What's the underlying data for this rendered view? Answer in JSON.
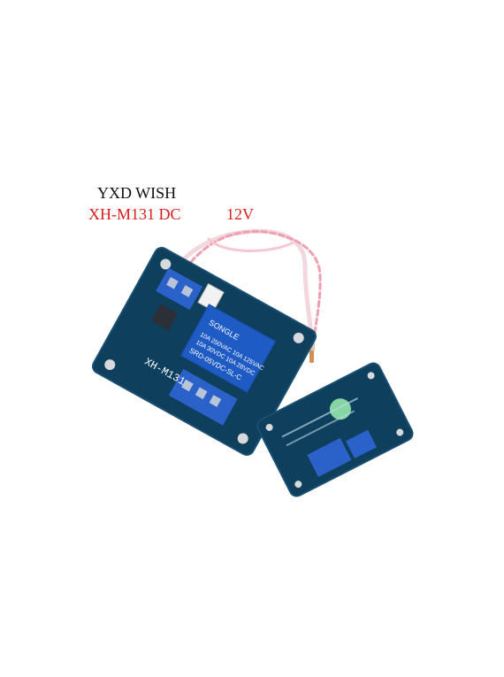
{
  "caption": {
    "brand": "YXD WISH",
    "model": "XH-M131 DC",
    "voltage": "12V"
  },
  "board_labels": {
    "relay_brand": "SONGLE",
    "relay_model": "SRD-05VDC-SL-C",
    "relay_rating_1": "10A 250VAC 10A 125VAC",
    "relay_rating_2": "10A 30VDC 10A 28VDC",
    "silkscreen_model": "XH-M131"
  },
  "colors": {
    "pcb": "#0e3f5c",
    "terminal": "#2a62c9",
    "relay": "#1f5bc4",
    "caption_red": "#d81e1e",
    "wire_pink": "#ef9fb0"
  },
  "icons": [
    "light-sensor-icon",
    "relay-icon",
    "terminal-block-icon"
  ]
}
